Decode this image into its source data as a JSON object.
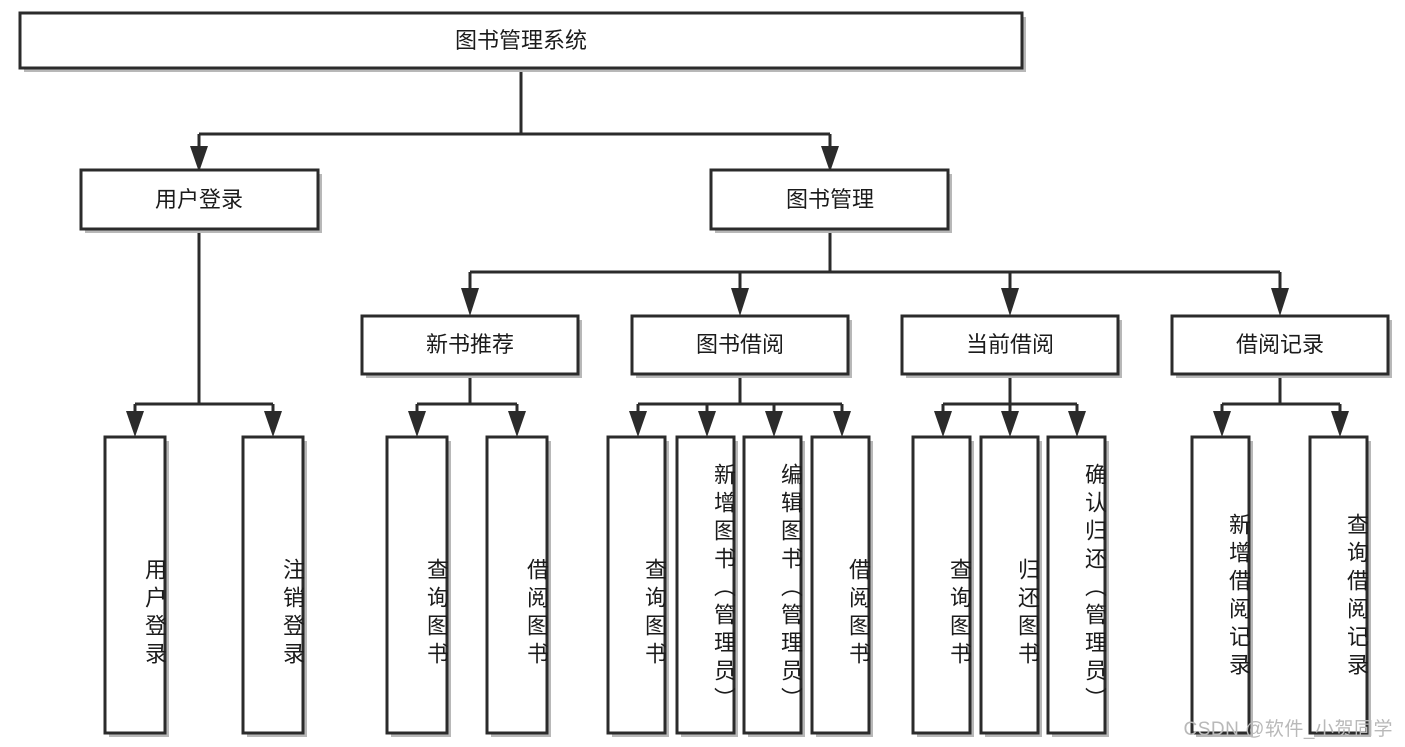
{
  "diagram": {
    "title": "图书管理系统",
    "type": "tree",
    "watermark": "CSDN @软件_小贺同学",
    "colors": {
      "box_stroke": "#2b2b2b",
      "box_fill": "#ffffff",
      "edge": "#2b2b2b",
      "text": "#1b1b1b",
      "shadow": "#b8b8b8",
      "watermark": "#b9b9b9",
      "background": "#ffffff"
    },
    "levels": {
      "root": {
        "label": "图书管理系统"
      },
      "level2": [
        {
          "label": "用户登录"
        },
        {
          "label": "图书管理"
        }
      ],
      "level3": [
        {
          "label": "新书推荐"
        },
        {
          "label": "图书借阅"
        },
        {
          "label": "当前借阅"
        },
        {
          "label": "借阅记录"
        }
      ],
      "leaves": {
        "user_login": [
          "用户登录",
          "注销登录"
        ],
        "new_book_recommend": [
          "查询图书",
          "借阅图书"
        ],
        "book_borrow": [
          "查询图书",
          "新增图书（管理员）",
          "编辑图书（管理员）",
          "借阅图书"
        ],
        "current_borrow": [
          "查询图书",
          "归还图书",
          "确认归还（管理员）"
        ],
        "borrow_record": [
          "新增借阅记录",
          "查询借阅记录"
        ]
      }
    },
    "edges": [
      {
        "from": "图书管理系统",
        "to": "用户登录"
      },
      {
        "from": "图书管理系统",
        "to": "图书管理"
      },
      {
        "from": "用户登录",
        "to": "用户登录"
      },
      {
        "from": "用户登录",
        "to": "注销登录"
      },
      {
        "from": "图书管理",
        "to": "新书推荐"
      },
      {
        "from": "图书管理",
        "to": "图书借阅"
      },
      {
        "from": "图书管理",
        "to": "当前借阅"
      },
      {
        "from": "图书管理",
        "to": "借阅记录"
      },
      {
        "from": "新书推荐",
        "to": "查询图书"
      },
      {
        "from": "新书推荐",
        "to": "借阅图书"
      },
      {
        "from": "图书借阅",
        "to": "查询图书"
      },
      {
        "from": "图书借阅",
        "to": "新增图书（管理员）"
      },
      {
        "from": "图书借阅",
        "to": "编辑图书（管理员）"
      },
      {
        "from": "图书借阅",
        "to": "借阅图书"
      },
      {
        "from": "当前借阅",
        "to": "查询图书"
      },
      {
        "from": "当前借阅",
        "to": "归还图书"
      },
      {
        "from": "当前借阅",
        "to": "确认归还（管理员）"
      },
      {
        "from": "借阅记录",
        "to": "新增借阅记录"
      },
      {
        "from": "借阅记录",
        "to": "查询借阅记录"
      }
    ]
  }
}
